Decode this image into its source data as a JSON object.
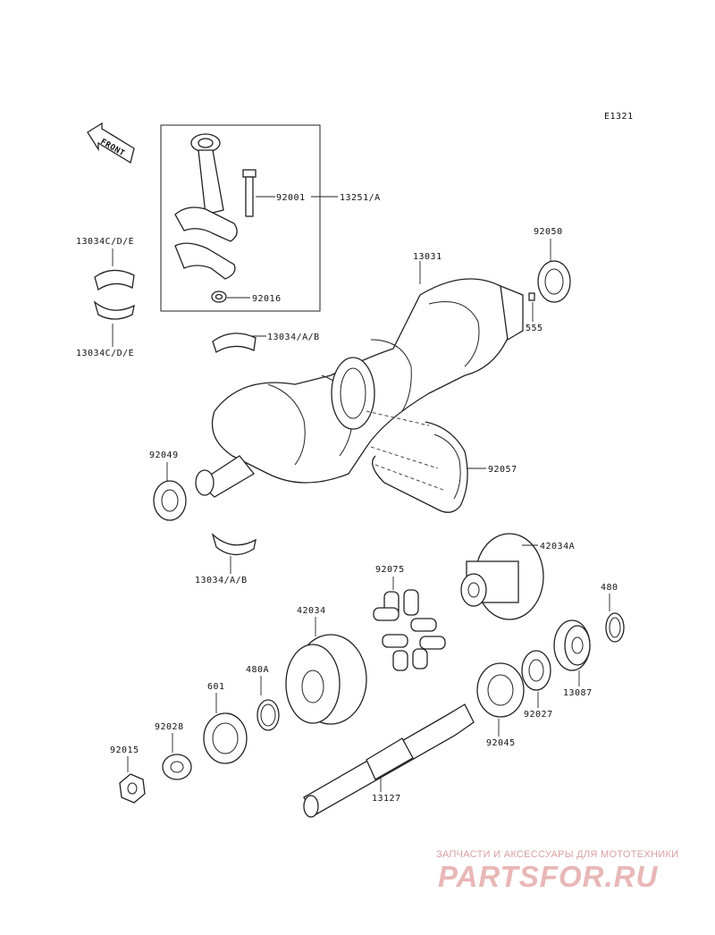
{
  "figure_code": "E1321",
  "direction_label": "FRONT",
  "labels": {
    "rod_bolt": "92001",
    "rod_assy": "13251/A",
    "rod_nut": "92016",
    "bearing_cde_top": "13034C/D/E",
    "bearing_cde_bottom": "13034C/D/E",
    "bearing_ab_top": "13034/A/B",
    "bearing_ab_bottom": "13034/A/B",
    "crankshaft": "13031",
    "oil_seal_right": "92050",
    "pin": "555",
    "oil_seal_left": "92049",
    "chain": "92057",
    "holder": "42034A",
    "damper": "92075",
    "sprocket_gear": "42034",
    "circlip": "480A",
    "bearing_601": "601",
    "collar": "92028",
    "nut": "92015",
    "shaft": "13127",
    "bearing_92045": "92045",
    "collar_92027": "92027",
    "gear": "13087",
    "circlip_480": "480"
  },
  "watermark": {
    "tagline": "ЗАПЧАСТИ И АКСЕССУАРЫ ДЛЯ МОТОТЕХНИКИ",
    "brand": "PARTSFOR.RU"
  }
}
